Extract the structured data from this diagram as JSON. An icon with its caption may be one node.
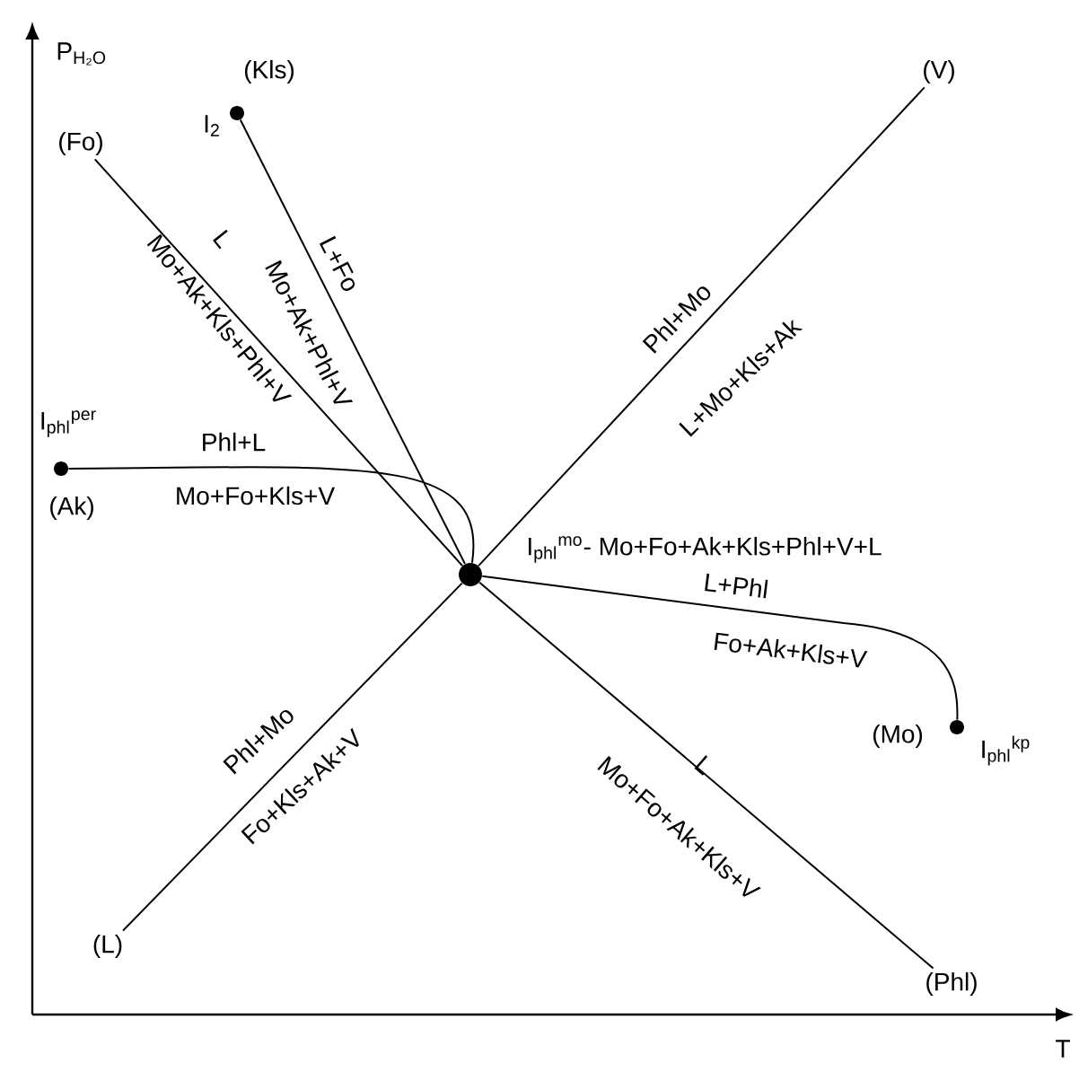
{
  "diagram": {
    "nodes": [
      {
        "text": [],
        "shape": "circle",
        "beside": [
          "I$_{phl}$$^{mo}$- Mo+Fo+Ak+Kls+Phl+V+L"
        ]
      },
      {
        "text": [],
        "shape": "circle",
        "beside": [
          "(Kls)",
          "I$_{2}$"
        ]
      },
      {
        "text": [],
        "shape": "circle",
        "beside": [
          "I$_{phl}$$^{per}$",
          "(Ak)"
        ]
      },
      {
        "text": [],
        "shape": "circle",
        "beside": [
          "(Mo)",
          "I$_{phl}$$^{kp}$"
        ]
      },
      {
        "text": [
          "(V)"
        ]
      },
      {
        "text": [
          "(Fo)"
        ]
      },
      {
        "text": [
          "(L)"
        ]
      },
      {
        "text": [
          "(Phl)"
        ]
      }
    ],
    "edges": [
      {
        "from": 1,
        "to": 0,
        "arrow": "none"
      },
      {
        "from": 5,
        "to": 0,
        "arrow": "none"
      },
      {
        "from": 2,
        "to": 0,
        "arrow": "none"
      },
      {
        "from": 0,
        "to": 4,
        "arrow": "none"
      },
      {
        "from": 6,
        "to": 0,
        "arrow": "none"
      },
      {
        "from": 0,
        "to": 3,
        "arrow": "none"
      },
      {
        "from": 0,
        "to": 7,
        "arrow": "none"
      }
    ],
    "labels": [
      "P$_{H₂O}$",
      "L",
      "Mo+Ak+Kls+Phl+V",
      "L+Fo",
      "Mo+Ak+Phl+V",
      "Phl+Mo",
      "L+Mo+Kls+Ak",
      "Phl+L",
      "Mo+Fo+Kls+V",
      "L+Phl",
      "Fo+Ak+Kls+V",
      "Phl+Mo",
      "Fo+Kls+Ak+V",
      "L",
      "Mo+Fo+Ak+Kls+V",
      "T"
    ]
  }
}
